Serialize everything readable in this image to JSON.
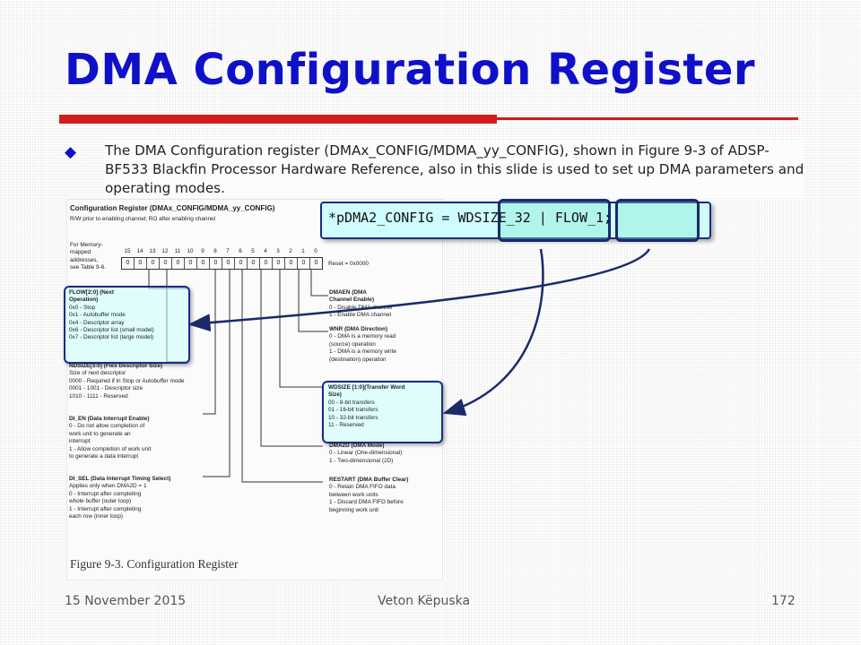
{
  "slide": {
    "title": "DMA Configuration Register",
    "bullet_text": "The DMA Configuration register (DMAx_CONFIG/MDMA_yy_CONFIG), shown in Figure 9-3 of ADSP-BF533 Blackfin Processor Hardware Reference, also in this slide is used to set up DMA parameters and operating modes.",
    "bullet_glyph": "◆"
  },
  "code": {
    "text": "*pDMA2_CONFIG = WDSIZE_32 | FLOW_1;"
  },
  "figure": {
    "title": "Configuration Register (DMAx_CONFIG/MDMA_yy_CONFIG)",
    "subtitle": "R/W prior to enabling channel; RO after enabling channel",
    "mem_note": [
      "For Memory-",
      "mapped",
      "addresses,",
      "see Table 9-6."
    ],
    "bit_numbers": [
      "15",
      "14",
      "13",
      "12",
      "11",
      "10",
      "9",
      "8",
      "7",
      "6",
      "5",
      "4",
      "3",
      "2",
      "1",
      "0"
    ],
    "bit_values": [
      "0",
      "0",
      "0",
      "0",
      "0",
      "0",
      "0",
      "0",
      "0",
      "0",
      "0",
      "0",
      "0",
      "0",
      "0",
      "0"
    ],
    "reset": "Reset = 0x0000",
    "flow": [
      "FLOW[2:0] (Next",
      "Operation)",
      "0x0 - Stop",
      "0x1 - Autobuffer mode",
      "0x4 - Descriptor array",
      "0x6 - Descriptor list (small model)",
      "0x7 - Descriptor list (large model)"
    ],
    "ndsize": [
      "NDSIZE[3:0] (Flex Descriptor Size)",
      "Size of next descriptor",
      "0000 - Required if in Stop or Autobuffer mode",
      "0001 - 1001 - Descriptor size",
      "1010 - 1111 - Reserved"
    ],
    "di_en": [
      "DI_EN (Data Interrupt Enable)",
      "0 - Do not allow completion of",
      "     work unit to generate an",
      "     interrupt",
      "1 - Allow completion of work unit",
      "     to generate a data interrupt"
    ],
    "di_sel": [
      "DI_SEL (Data Interrupt Timing Select)",
      "Applies only when DMA2D = 1",
      "0 - Interrupt after completing",
      "     whole buffer (outer loop)",
      "1 - Interrupt after completing",
      "     each row (inner loop)"
    ],
    "dmaen": [
      "DMAEN (DMA",
      "Channel Enable)",
      "0 - Disable DMA channel",
      "1 - Enable DMA channel"
    ],
    "wnr": [
      "WNR (DMA Direction)",
      "0 - DMA is a memory read",
      "     (source) operation",
      "1 - DMA is a memory write",
      "     (destination) operation"
    ],
    "wdsize": [
      "WDSIZE [1:0](Transfer Word",
      "Size)",
      "00 - 8-bit transfers",
      "01 - 16-bit transfers",
      "10 - 32-bit transfers",
      "11 - Reserved"
    ],
    "dma2d": [
      "DMA2D (DMA Mode)",
      "0 - Linear (One-dimensional)",
      "1 - Two-dimensional (2D)"
    ],
    "restart": [
      "RESTART (DMA Buffer Clear)",
      "0 - Retain DMA FIFO data",
      "     between work units",
      "1 - Discard DMA FIFO before",
      "     beginning work unit"
    ],
    "caption": "Figure 9-3. Configuration Register"
  },
  "footer": {
    "date": "15 November 2015",
    "author": "Veton Këpuska",
    "page": "172"
  },
  "colors": {
    "title": "#1010c8",
    "rule": "#d41c1c",
    "callout_fill": "#c8ffff",
    "callout_border": "#1a2a8a"
  }
}
